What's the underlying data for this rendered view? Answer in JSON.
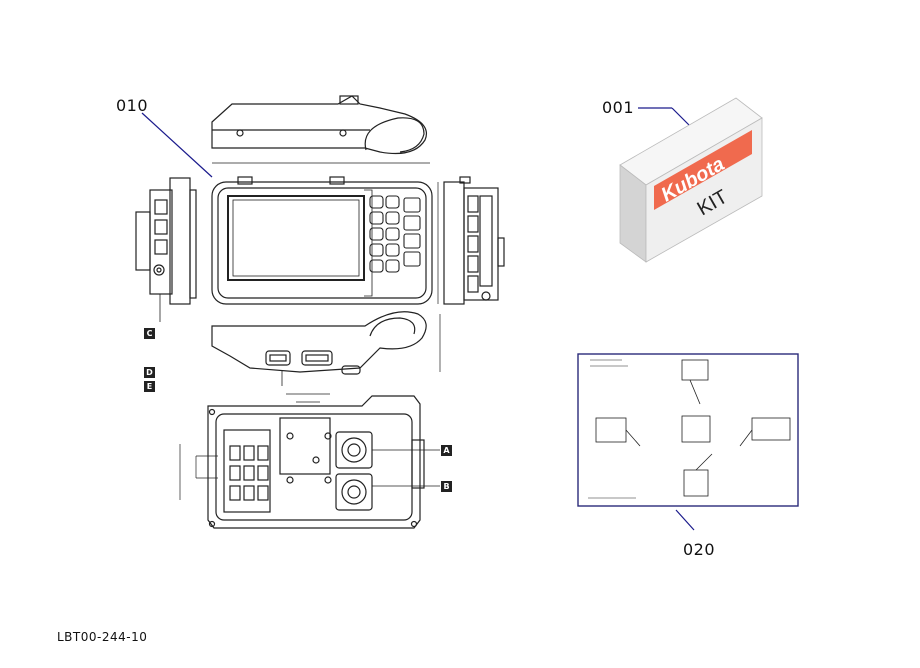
{
  "callouts": {
    "display_unit": "010",
    "kit_box": "001",
    "instruction_sheet": "020"
  },
  "kit_box": {
    "brand": "Kubota",
    "label": "KIT",
    "colors": {
      "label_bg": "#f06a4e",
      "box_face": "#efefef",
      "box_side": "#d4d4d4",
      "box_top": "#f6f6f6"
    }
  },
  "tags": {
    "a": "A",
    "b": "B",
    "c": "C",
    "d": "D",
    "e": "E"
  },
  "document_id": "LBT00-244-10",
  "colors": {
    "leader": "#1a1a8c",
    "sheet_border": "#2a2a7a",
    "line": "#222222"
  }
}
